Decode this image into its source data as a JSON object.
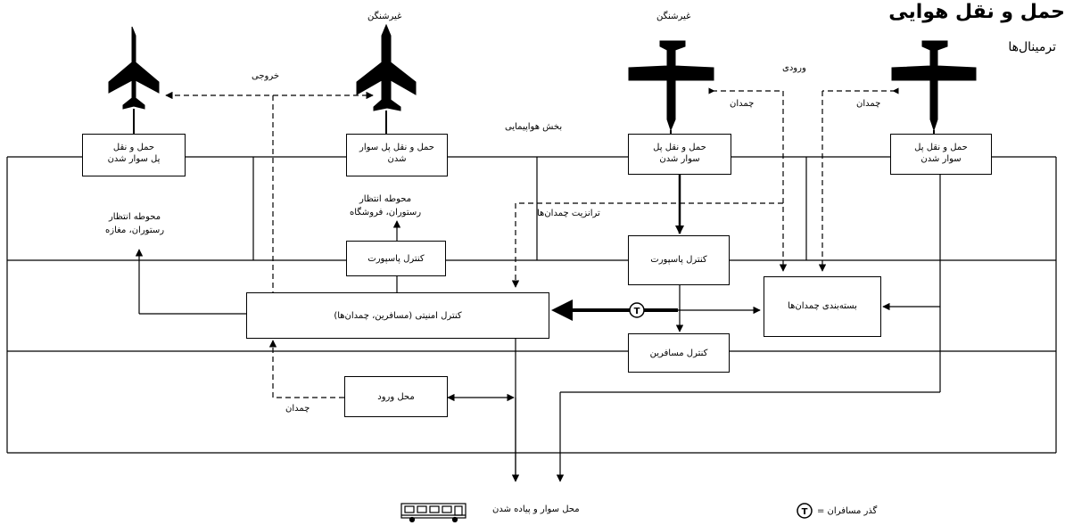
{
  "title": "حمل و نقل هوایی",
  "subtitle": "ترمینال‌ها",
  "aircraft_label_2": "غیرشنگن",
  "aircraft_label_3": "غیرشنگن",
  "label_departure": "خروجی",
  "label_arrival": "ورودی",
  "label_baggage_1": "چمدان",
  "label_baggage_2": "چمدان",
  "label_baggage_3": "چمدان",
  "label_flight_section": "بخش هواپیمایی",
  "label_baggage_transit": "ترانزیت چمدان‌ها",
  "boxes": {
    "boarding_1": "حمل و نقل\nپل سوار شدن",
    "boarding_2": "حمل و نقل پل سوار\nشدن",
    "boarding_3": "حمل و نقل پل\nسوار شدن",
    "boarding_4": "حمل و نقل پل\nسوار شدن",
    "waiting_left": "محوطه انتظار\nرستوران، مغازه",
    "waiting_mid": "محوطه انتظار\nرستوران، فروشگاه",
    "passport_1": "کنترل پاسپورت",
    "passport_2": "کنترل پاسپورت",
    "security": "کنترل امنیتی (مسافرین، چمدان‌ها)",
    "baggage_sort": "بسته‌بندی چمدان‌ها",
    "passenger_control": "کنترل مسافرین",
    "entrance": "محل ورود"
  },
  "label_drop_off": "محل سوار و پیاده شدن",
  "legend": {
    "symbol": "T",
    "text": "گذر مسافران ="
  }
}
